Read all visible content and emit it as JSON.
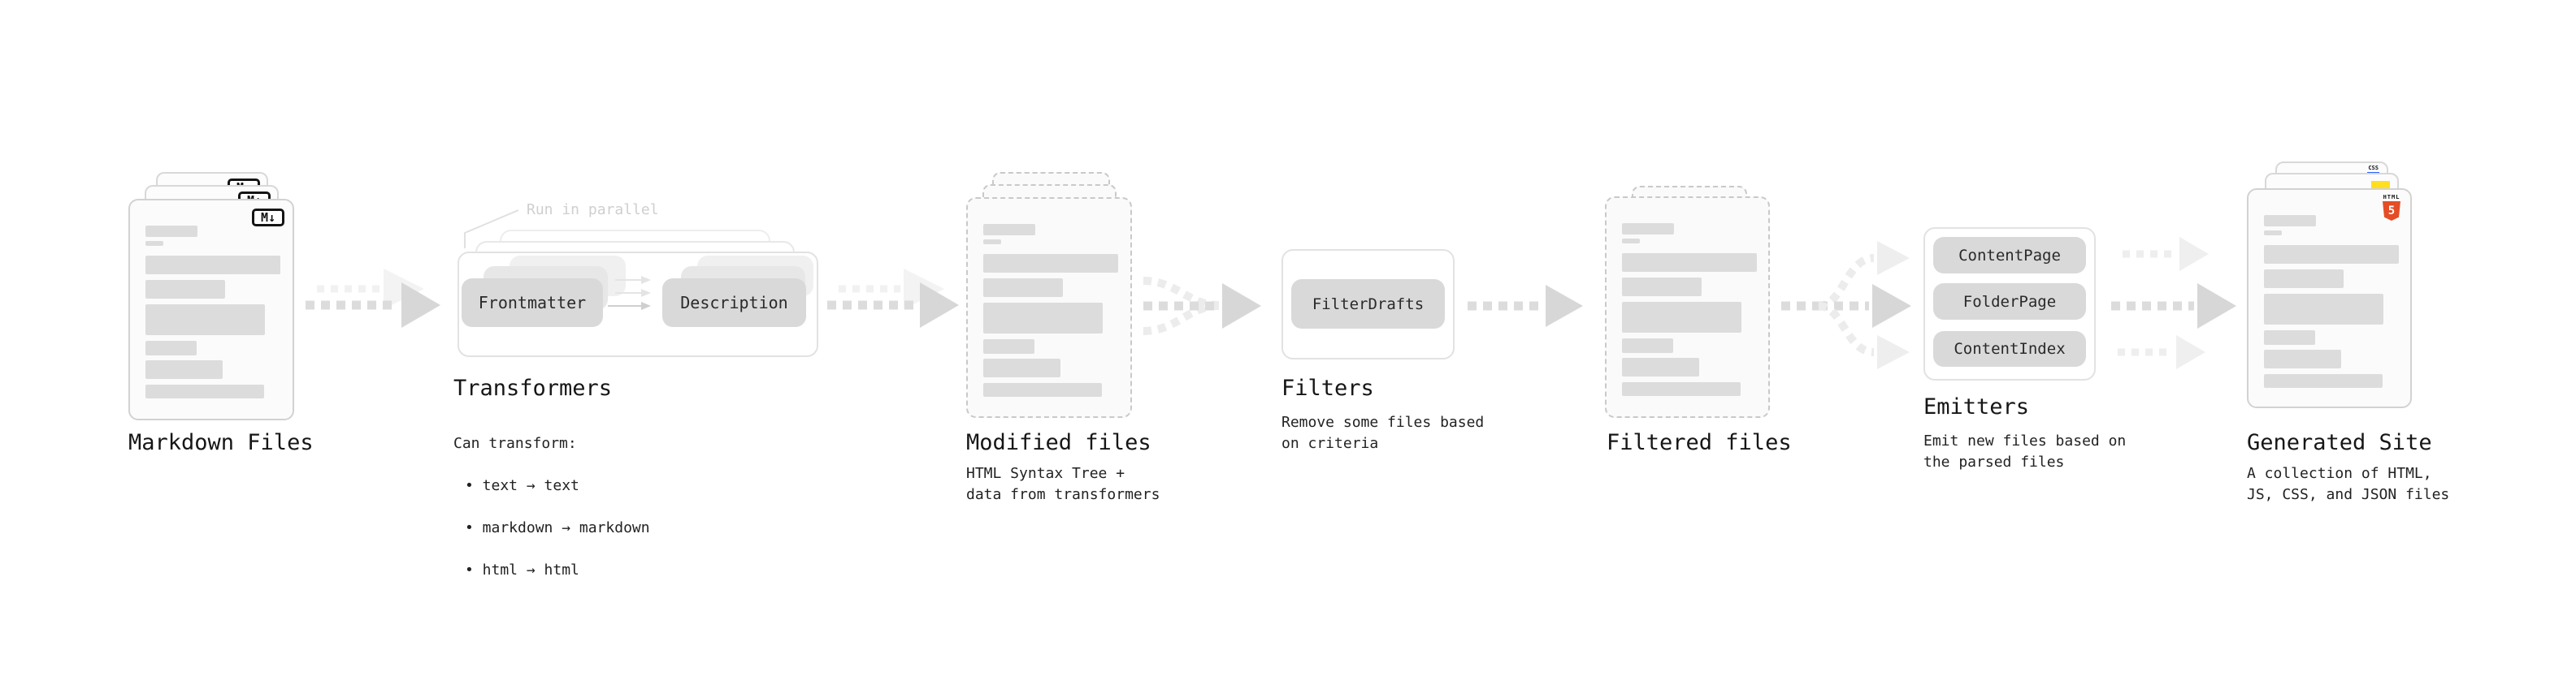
{
  "markdown": {
    "label": "Markdown Files",
    "badge": "M↓"
  },
  "transformers": {
    "label": "Transformers",
    "annotation": "Run in parallel",
    "pill_left": "Frontmatter",
    "pill_right": "Description",
    "caption_title": "Can transform:",
    "bullets": [
      "• text → text",
      "• markdown → markdown",
      "• html → html"
    ]
  },
  "modified": {
    "label": "Modified files",
    "caption": "HTML Syntax Tree +\ndata from transformers"
  },
  "filters": {
    "label": "Filters",
    "pill": "FilterDrafts",
    "caption": "Remove some files based\non criteria"
  },
  "filtered": {
    "label": "Filtered files"
  },
  "emitters": {
    "label": "Emitters",
    "pills": [
      "ContentPage",
      "FolderPage",
      "ContentIndex"
    ],
    "caption": "Emit new files based on\nthe parsed files"
  },
  "generated": {
    "label": "Generated Site",
    "caption": "A collection of HTML,\nJS, CSS, and JSON files",
    "badge_css_label": "CSS",
    "badge_html_label": "HTML",
    "badge_html_numeral": "5"
  },
  "colors": {
    "html5_orange": "#e44d26",
    "js_yellow": "#ffdf1e",
    "css_blue": "#2c63ff",
    "pill_gray": "#d9d9d9",
    "arrow_gray": "#dcdcdc",
    "doc_border": "#d2d2d2"
  }
}
